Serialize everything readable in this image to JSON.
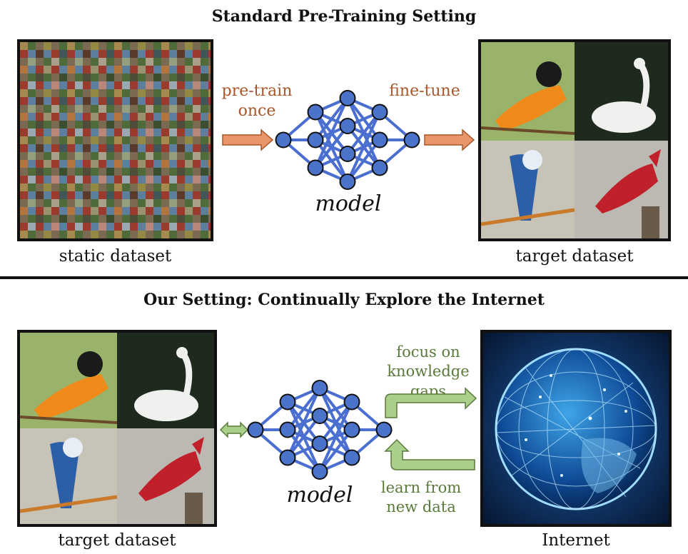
{
  "top": {
    "title": "Standard Pre-Training Setting",
    "left_caption": "static dataset",
    "right_caption": "target dataset",
    "arrow_left_label": [
      "pre-train",
      "once"
    ],
    "arrow_right_label": "fine-tune",
    "model_label": "model"
  },
  "bottom": {
    "title": "Our Setting: Continually Explore the Internet",
    "left_caption": "target dataset",
    "right_caption": "Internet",
    "arrow_top_label": [
      "focus on",
      "knowledge gaps"
    ],
    "arrow_bottom_label": [
      "learn from",
      "new data"
    ],
    "model_label": "model"
  },
  "colors": {
    "node_fill": "#4a73c9",
    "edge": "#4a6fd0",
    "orange_arrow": "#e8956a",
    "green_arrow": "#a9cf8a",
    "orange_text": "#a8562a",
    "green_text": "#5a7a3a"
  },
  "icons": {
    "static_dataset": "image-mosaic",
    "target_dataset": "bird-photos-2x2",
    "internet": "glowing-globe-network"
  }
}
